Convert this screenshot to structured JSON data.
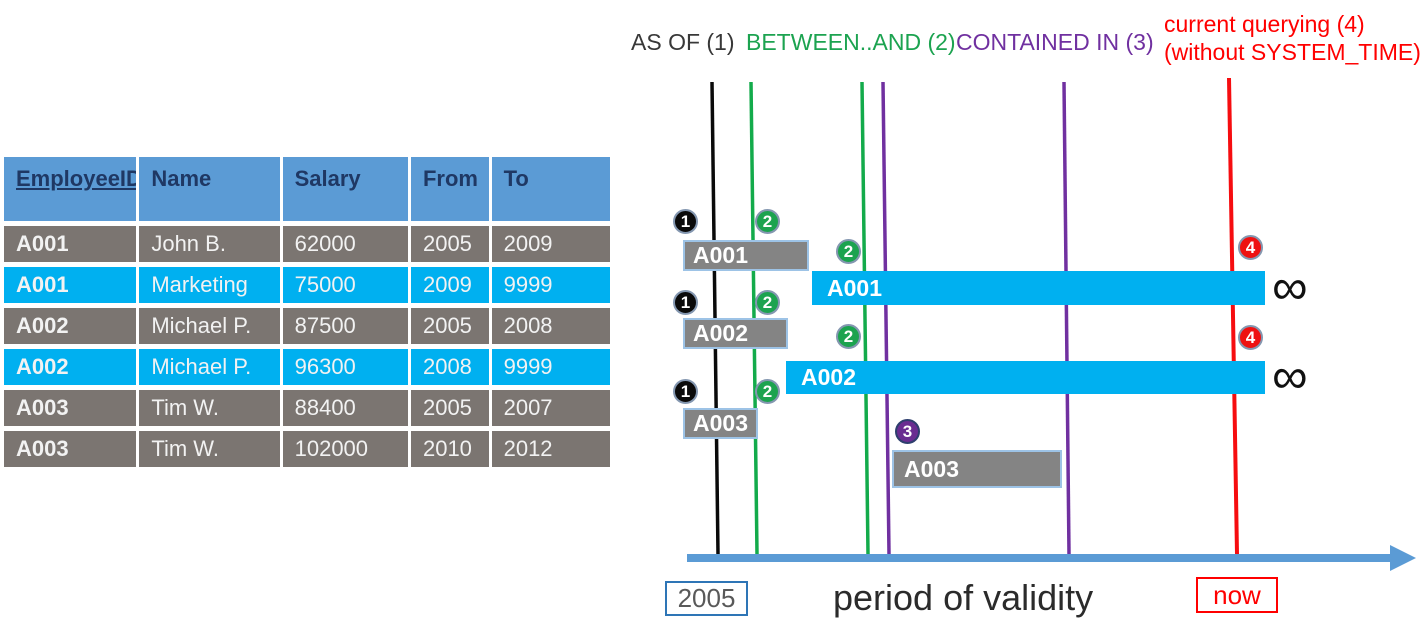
{
  "legend": {
    "as_of": "AS OF (1)",
    "between_and": "BETWEEN..AND (2)",
    "contained_in": "CONTAINED IN (3)",
    "current_querying_line1": "current querying (4)",
    "current_querying_line2": "(without SYSTEM_TIME)"
  },
  "table": {
    "headers": [
      "EmployeeID",
      "Name",
      "Salary",
      "From",
      "To"
    ],
    "rows": [
      [
        "A001",
        "John B.",
        "62000",
        "2005",
        "2009"
      ],
      [
        "A001",
        "Marketing",
        "75000",
        "2009",
        "9999"
      ],
      [
        "A002",
        "Michael P.",
        "87500",
        "2005",
        "2008"
      ],
      [
        "A002",
        "Michael P.",
        "96300",
        "2008",
        "9999"
      ],
      [
        "A003",
        "Tim W.",
        "88400",
        "2005",
        "2007"
      ],
      [
        "A003",
        "Tim W.",
        "102000",
        "2010",
        "2012"
      ]
    ]
  },
  "diagram": {
    "bars": [
      {
        "label": "A001",
        "kind": "history"
      },
      {
        "label": "A001",
        "kind": "current"
      },
      {
        "label": "A002",
        "kind": "history"
      },
      {
        "label": "A002",
        "kind": "current"
      },
      {
        "label": "A003",
        "kind": "history"
      },
      {
        "label": "A003",
        "kind": "history"
      }
    ],
    "markers": {
      "m1": "1",
      "m2": "2",
      "m3": "3",
      "m4": "4"
    },
    "infinity_symbol": "∞",
    "axis": {
      "start_label": "2005",
      "title": "period of validity",
      "now_label": "now"
    }
  },
  "colors": {
    "header_blue": "#5B9BD5",
    "header_text": "#1F3864",
    "row_gray": "#7B7571",
    "row_cyan": "#00B0F0",
    "bar_gray": "#848484",
    "bar_border": "#9DC3E6",
    "line_black": "#000000",
    "line_green": "#1CA350",
    "line_purple": "#7030A0",
    "line_red": "#FF0000",
    "timeline_blue": "#5B9BD5"
  }
}
